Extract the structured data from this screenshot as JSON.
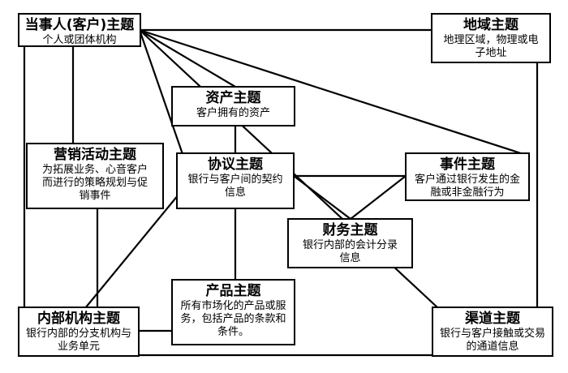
{
  "nodes": {
    "party": {
      "title": "当事人(客户)主题",
      "desc": "个人或团体机构"
    },
    "region": {
      "title": "地域主题",
      "desc": "地理区域，物理或电子地址"
    },
    "asset": {
      "title": "资产主题",
      "desc": "客户拥有的资产"
    },
    "marketing": {
      "title": "营销活动主题",
      "desc": "为拓展业务、心音客户而进行的策略规划与促销事件"
    },
    "agreement": {
      "title": "协议主题",
      "desc": "银行与客户间的契约信息"
    },
    "event": {
      "title": "事件主题",
      "desc": "客户通过银行发生的金融或非金融行为"
    },
    "finance": {
      "title": "财务主题",
      "desc": "银行内部的会计分录信息"
    },
    "product": {
      "title": "产品主题",
      "desc": "所有市场化的产品或服务，包括产品的条款和条件。"
    },
    "org": {
      "title": "内部机构主题",
      "desc": "银行内部的分支机构与业务单元"
    },
    "channel": {
      "title": "渠道主题",
      "desc": "银行与客户接触或交易的通道信息"
    }
  }
}
